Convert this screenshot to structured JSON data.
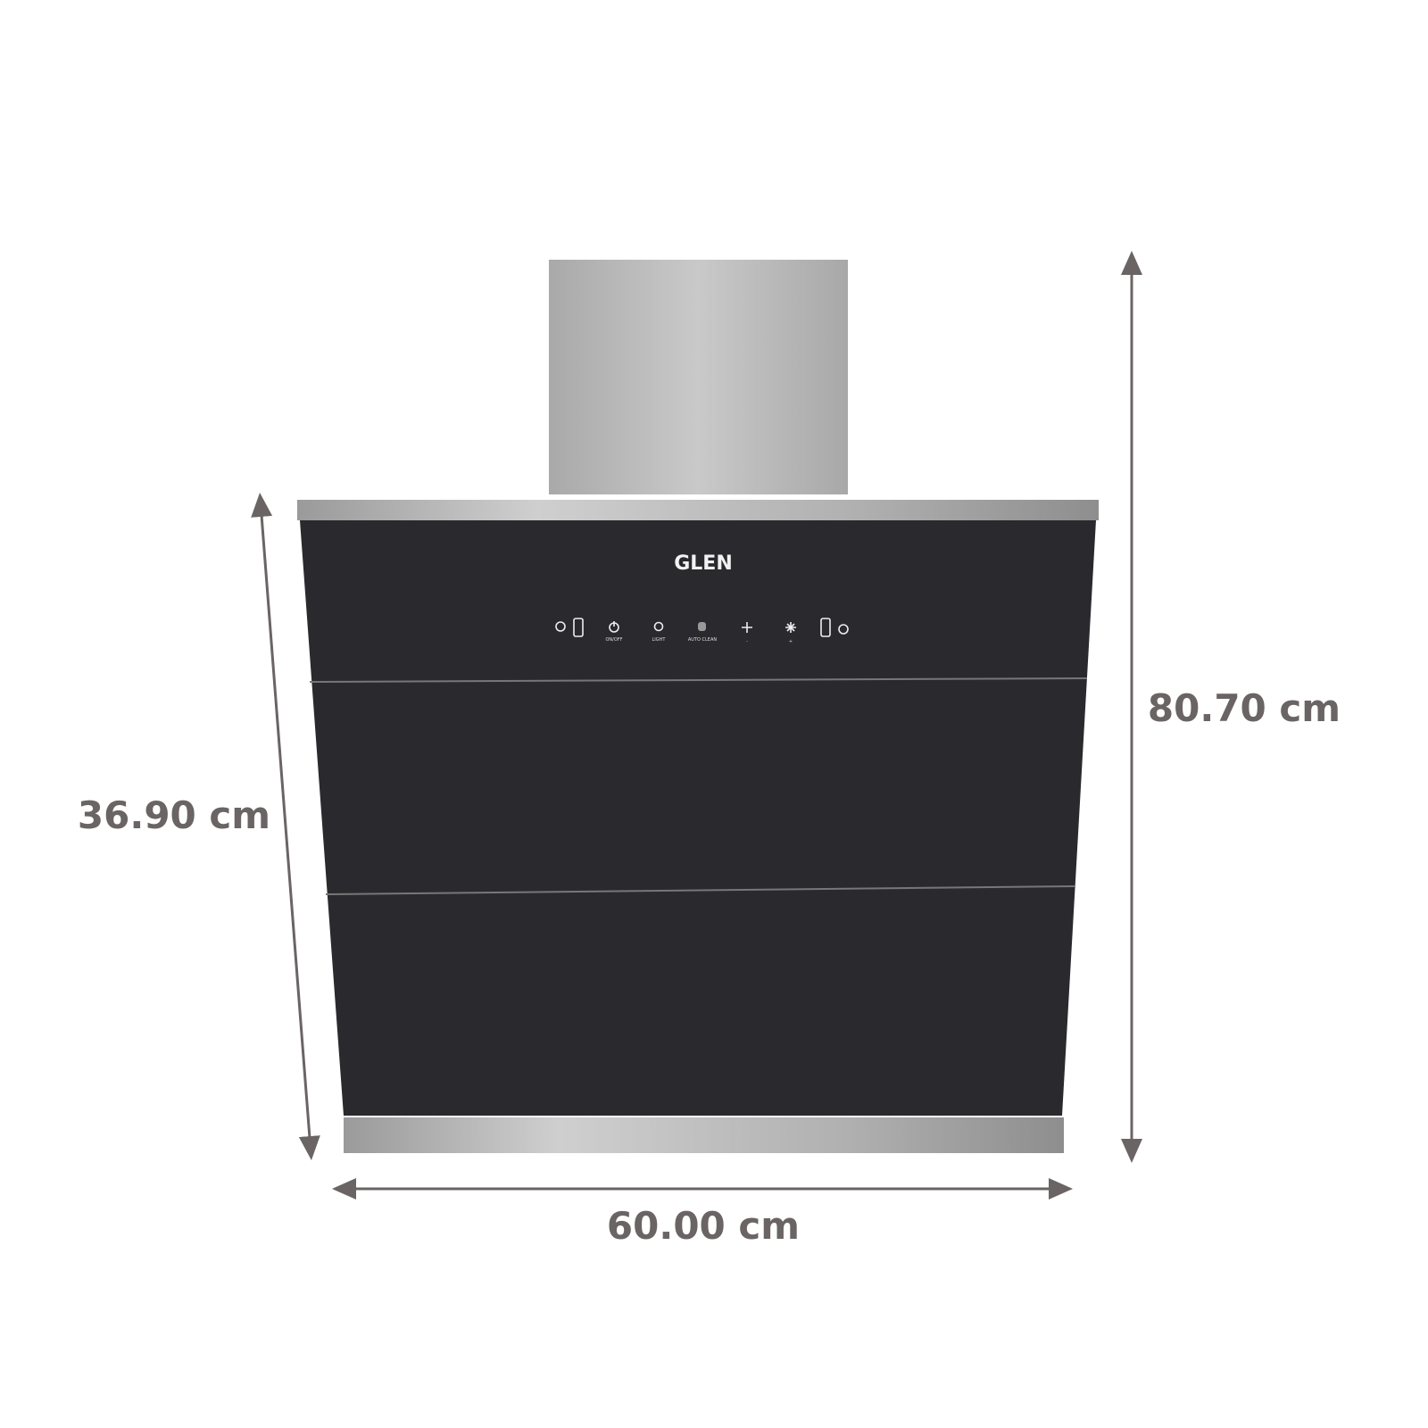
{
  "product": {
    "brand": "GLEN",
    "controls": [
      {
        "icon": "gesture-left-icon",
        "label": ""
      },
      {
        "icon": "power-icon",
        "label": "ON/OFF"
      },
      {
        "icon": "bulb-icon",
        "label": "LIGHT"
      },
      {
        "icon": "auto-clean-icon",
        "label": "AUTO CLEAN"
      },
      {
        "icon": "fan-icon",
        "label": "-"
      },
      {
        "icon": "snowflake-icon",
        "label": "+"
      },
      {
        "icon": "gesture-right-icon",
        "label": ""
      }
    ]
  },
  "dimensions": {
    "height_total": "80.70 cm",
    "height_hood": "36.90 cm",
    "width": "60.00 cm"
  },
  "colors": {
    "dimension": "#6a6464",
    "glass": "#2a2a2e",
    "steel": "#b8b8b8"
  }
}
